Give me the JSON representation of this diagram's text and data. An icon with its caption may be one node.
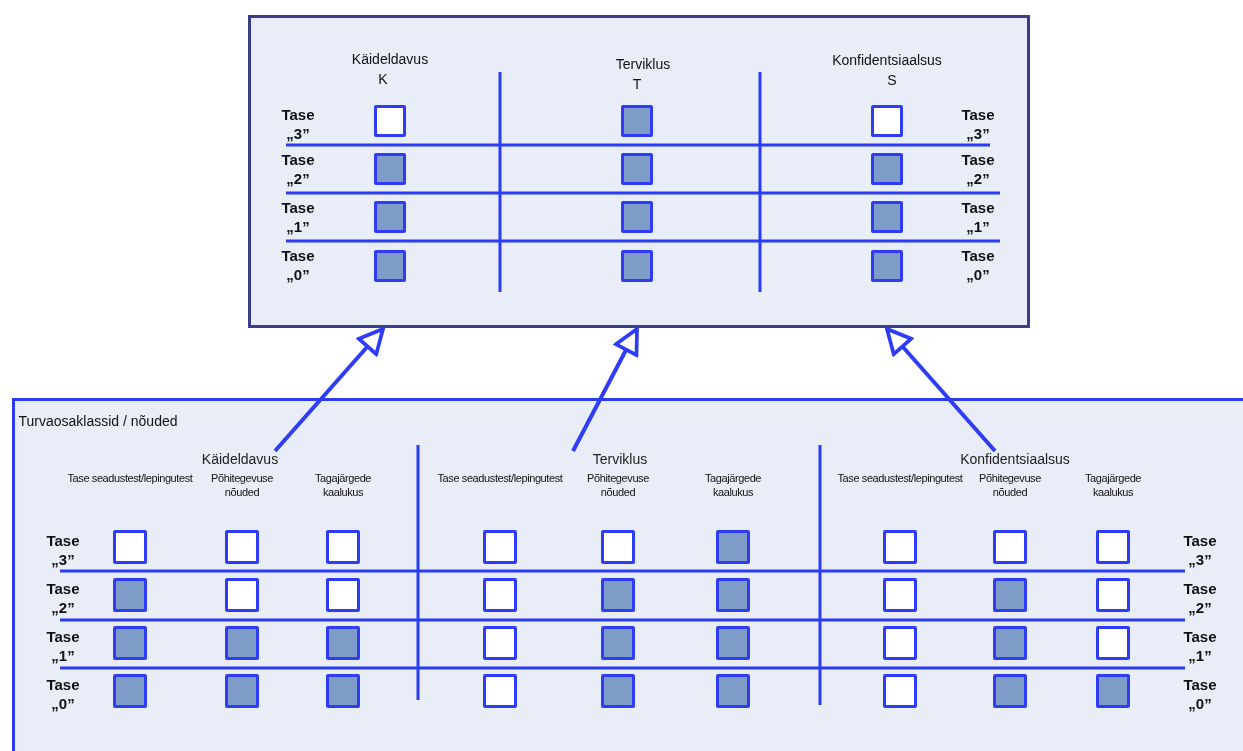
{
  "diagram": {
    "nodes": [
      {
        "text": [],
        "shape": "box"
      },
      {
        "text": [],
        "shape": "box",
        "in": 0
      },
      {
        "text": [],
        "shape": "filled-box",
        "in": 0
      },
      {
        "text": [],
        "shape": "box",
        "in": 0
      },
      {
        "text": [],
        "shape": "filled-box",
        "in": 0
      },
      {
        "text": [],
        "shape": "filled-box",
        "in": 0
      },
      {
        "text": [],
        "shape": "filled-box",
        "in": 0
      },
      {
        "text": [],
        "shape": "filled-box",
        "in": 0
      },
      {
        "text": [],
        "shape": "filled-box",
        "in": 0
      },
      {
        "text": [],
        "shape": "filled-box",
        "in": 0
      },
      {
        "text": [],
        "shape": "filled-box",
        "in": 0
      },
      {
        "text": [],
        "shape": "filled-box",
        "in": 0
      },
      {
        "text": [],
        "shape": "filled-box",
        "in": 0
      },
      {
        "text": [],
        "shape": "box"
      },
      {
        "text": [
          "Käideldavus"
        ],
        "in": 13
      },
      {
        "text": [
          "Terviklus"
        ],
        "in": 13
      },
      {
        "text": [
          "Konfidentsiaalsus"
        ],
        "in": 13
      },
      {
        "text": [],
        "shape": "box",
        "in": 13
      },
      {
        "text": [],
        "shape": "box",
        "in": 13
      },
      {
        "text": [],
        "shape": "box",
        "in": 13
      },
      {
        "text": [],
        "shape": "box",
        "in": 13
      },
      {
        "text": [],
        "shape": "box",
        "in": 13
      },
      {
        "text": [],
        "shape": "filled-box",
        "in": 13
      },
      {
        "text": [],
        "shape": "box",
        "in": 13
      },
      {
        "text": [],
        "shape": "box",
        "in": 13
      },
      {
        "text": [],
        "shape": "box",
        "in": 13
      },
      {
        "text": [],
        "shape": "filled-box",
        "in": 13
      },
      {
        "text": [],
        "shape": "box",
        "in": 13
      },
      {
        "text": [],
        "shape": "box",
        "in": 13
      },
      {
        "text": [],
        "shape": "box",
        "in": 13
      },
      {
        "text": [],
        "shape": "filled-box",
        "in": 13
      },
      {
        "text": [],
        "shape": "filled-box",
        "in": 13
      },
      {
        "text": [],
        "shape": "box",
        "in": 13
      },
      {
        "text": [],
        "shape": "filled-box",
        "in": 13
      },
      {
        "text": [],
        "shape": "box",
        "in": 13
      },
      {
        "text": [],
        "shape": "filled-box",
        "in": 13
      },
      {
        "text": [],
        "shape": "filled-box",
        "in": 13
      },
      {
        "text": [],
        "shape": "filled-box",
        "in": 13
      },
      {
        "text": [],
        "shape": "box",
        "in": 13
      },
      {
        "text": [],
        "shape": "filled-box",
        "in": 13
      },
      {
        "text": [],
        "shape": "filled-box",
        "in": 13
      },
      {
        "text": [],
        "shape": "box",
        "in": 13
      },
      {
        "text": [],
        "shape": "filled-box",
        "in": 13
      },
      {
        "text": [],
        "shape": "box",
        "in": 13
      },
      {
        "text": [],
        "shape": "filled-box",
        "in": 13
      },
      {
        "text": [],
        "shape": "filled-box",
        "in": 13
      },
      {
        "text": [],
        "shape": "filled-box",
        "in": 13
      },
      {
        "text": [],
        "shape": "box",
        "in": 13
      },
      {
        "text": [],
        "shape": "filled-box",
        "in": 13
      },
      {
        "text": [],
        "shape": "filled-box",
        "in": 13
      },
      {
        "text": [],
        "shape": "box",
        "in": 13
      },
      {
        "text": [],
        "shape": "filled-box",
        "in": 13
      },
      {
        "text": [],
        "shape": "filled-box",
        "in": 13
      }
    ],
    "edges": [
      {
        "from": 14,
        "to": 0,
        "arrow": "to"
      },
      {
        "from": 15,
        "to": 0,
        "arrow": "to"
      },
      {
        "from": 16,
        "to": 0,
        "arrow": "to"
      }
    ],
    "labels": [
      "Käideldavus",
      "K",
      "Terviklus",
      "T",
      "Konfidentsiaalsus",
      "S",
      "Tase „3”",
      "Tase „3”",
      "Tase „2”",
      "Tase „2”",
      "Tase „1”",
      "Tase „1”",
      "Tase „0”",
      "Tase „0”",
      "Turvaosaklassid / nõuded",
      "Tase seadustest/lepingutest",
      "Põhitegevuse nõuded",
      "Tagajärgede kaalukus",
      "Tase seadustest/lepingutest",
      "Põhitegevuse nõuded",
      "Tagajärgede kaalukus",
      "Tase seadustest/lepingutest",
      "Põhitegevuse nõuded",
      "Tagajärgede kaalukus",
      "Tase „3”",
      "Tase „3”",
      "Tase „2”",
      "Tase „2”",
      "Tase „1”",
      "Tase „1”",
      "Tase „0”",
      "Tase „0”"
    ]
  }
}
